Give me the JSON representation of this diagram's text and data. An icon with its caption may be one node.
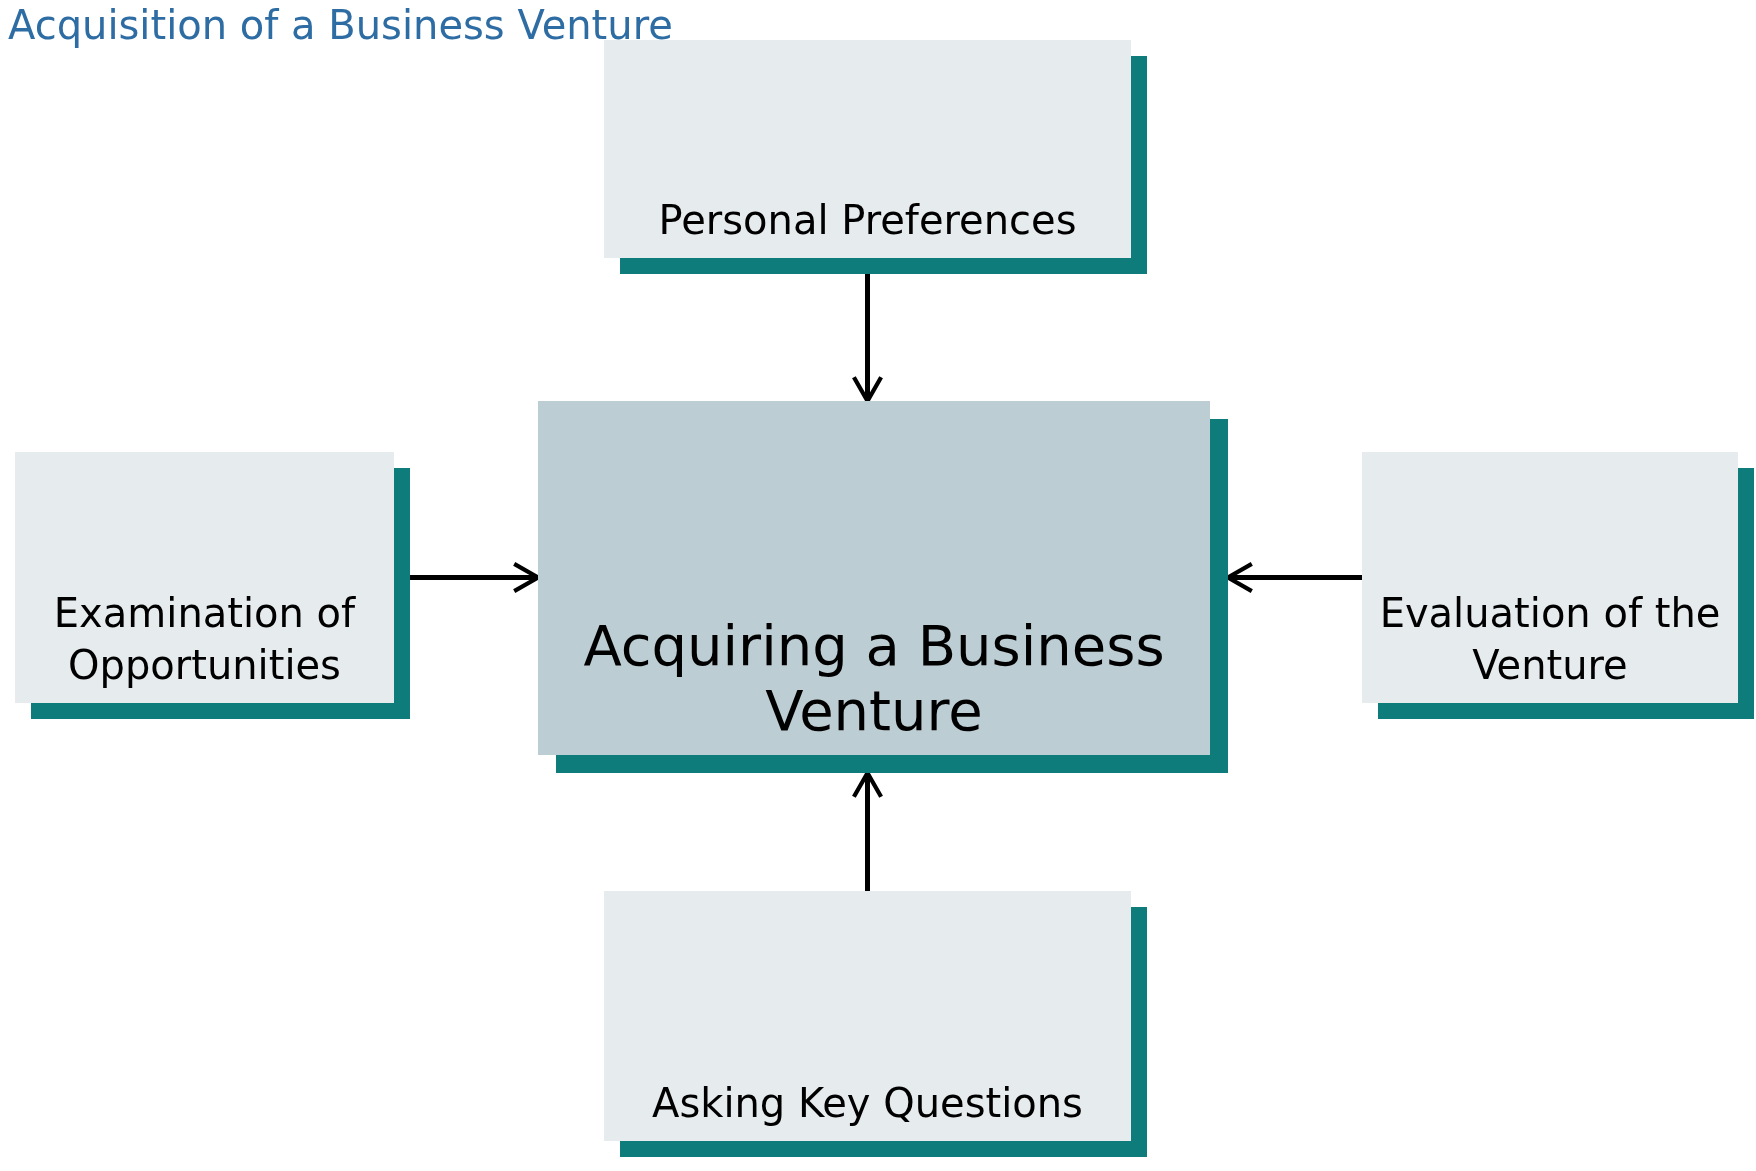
{
  "diagram": {
    "title": "Acquisition of a Business Venture",
    "nodes": [
      {
        "text": [
          "Personal Preferences"
        ]
      },
      {
        "text": [
          "Examination of Opportunities"
        ]
      },
      {
        "text": [
          "Acquiring a Business Venture"
        ]
      },
      {
        "text": [
          "Evaluation of the Venture"
        ]
      },
      {
        "text": [
          "Asking Key Questions"
        ]
      }
    ],
    "edges": [
      {
        "from": 0,
        "to": 2,
        "arrow": "to"
      },
      {
        "from": 1,
        "to": 2,
        "arrow": "to"
      },
      {
        "from": 3,
        "to": 2,
        "arrow": "to"
      },
      {
        "from": 4,
        "to": 2,
        "arrow": "to"
      }
    ]
  }
}
